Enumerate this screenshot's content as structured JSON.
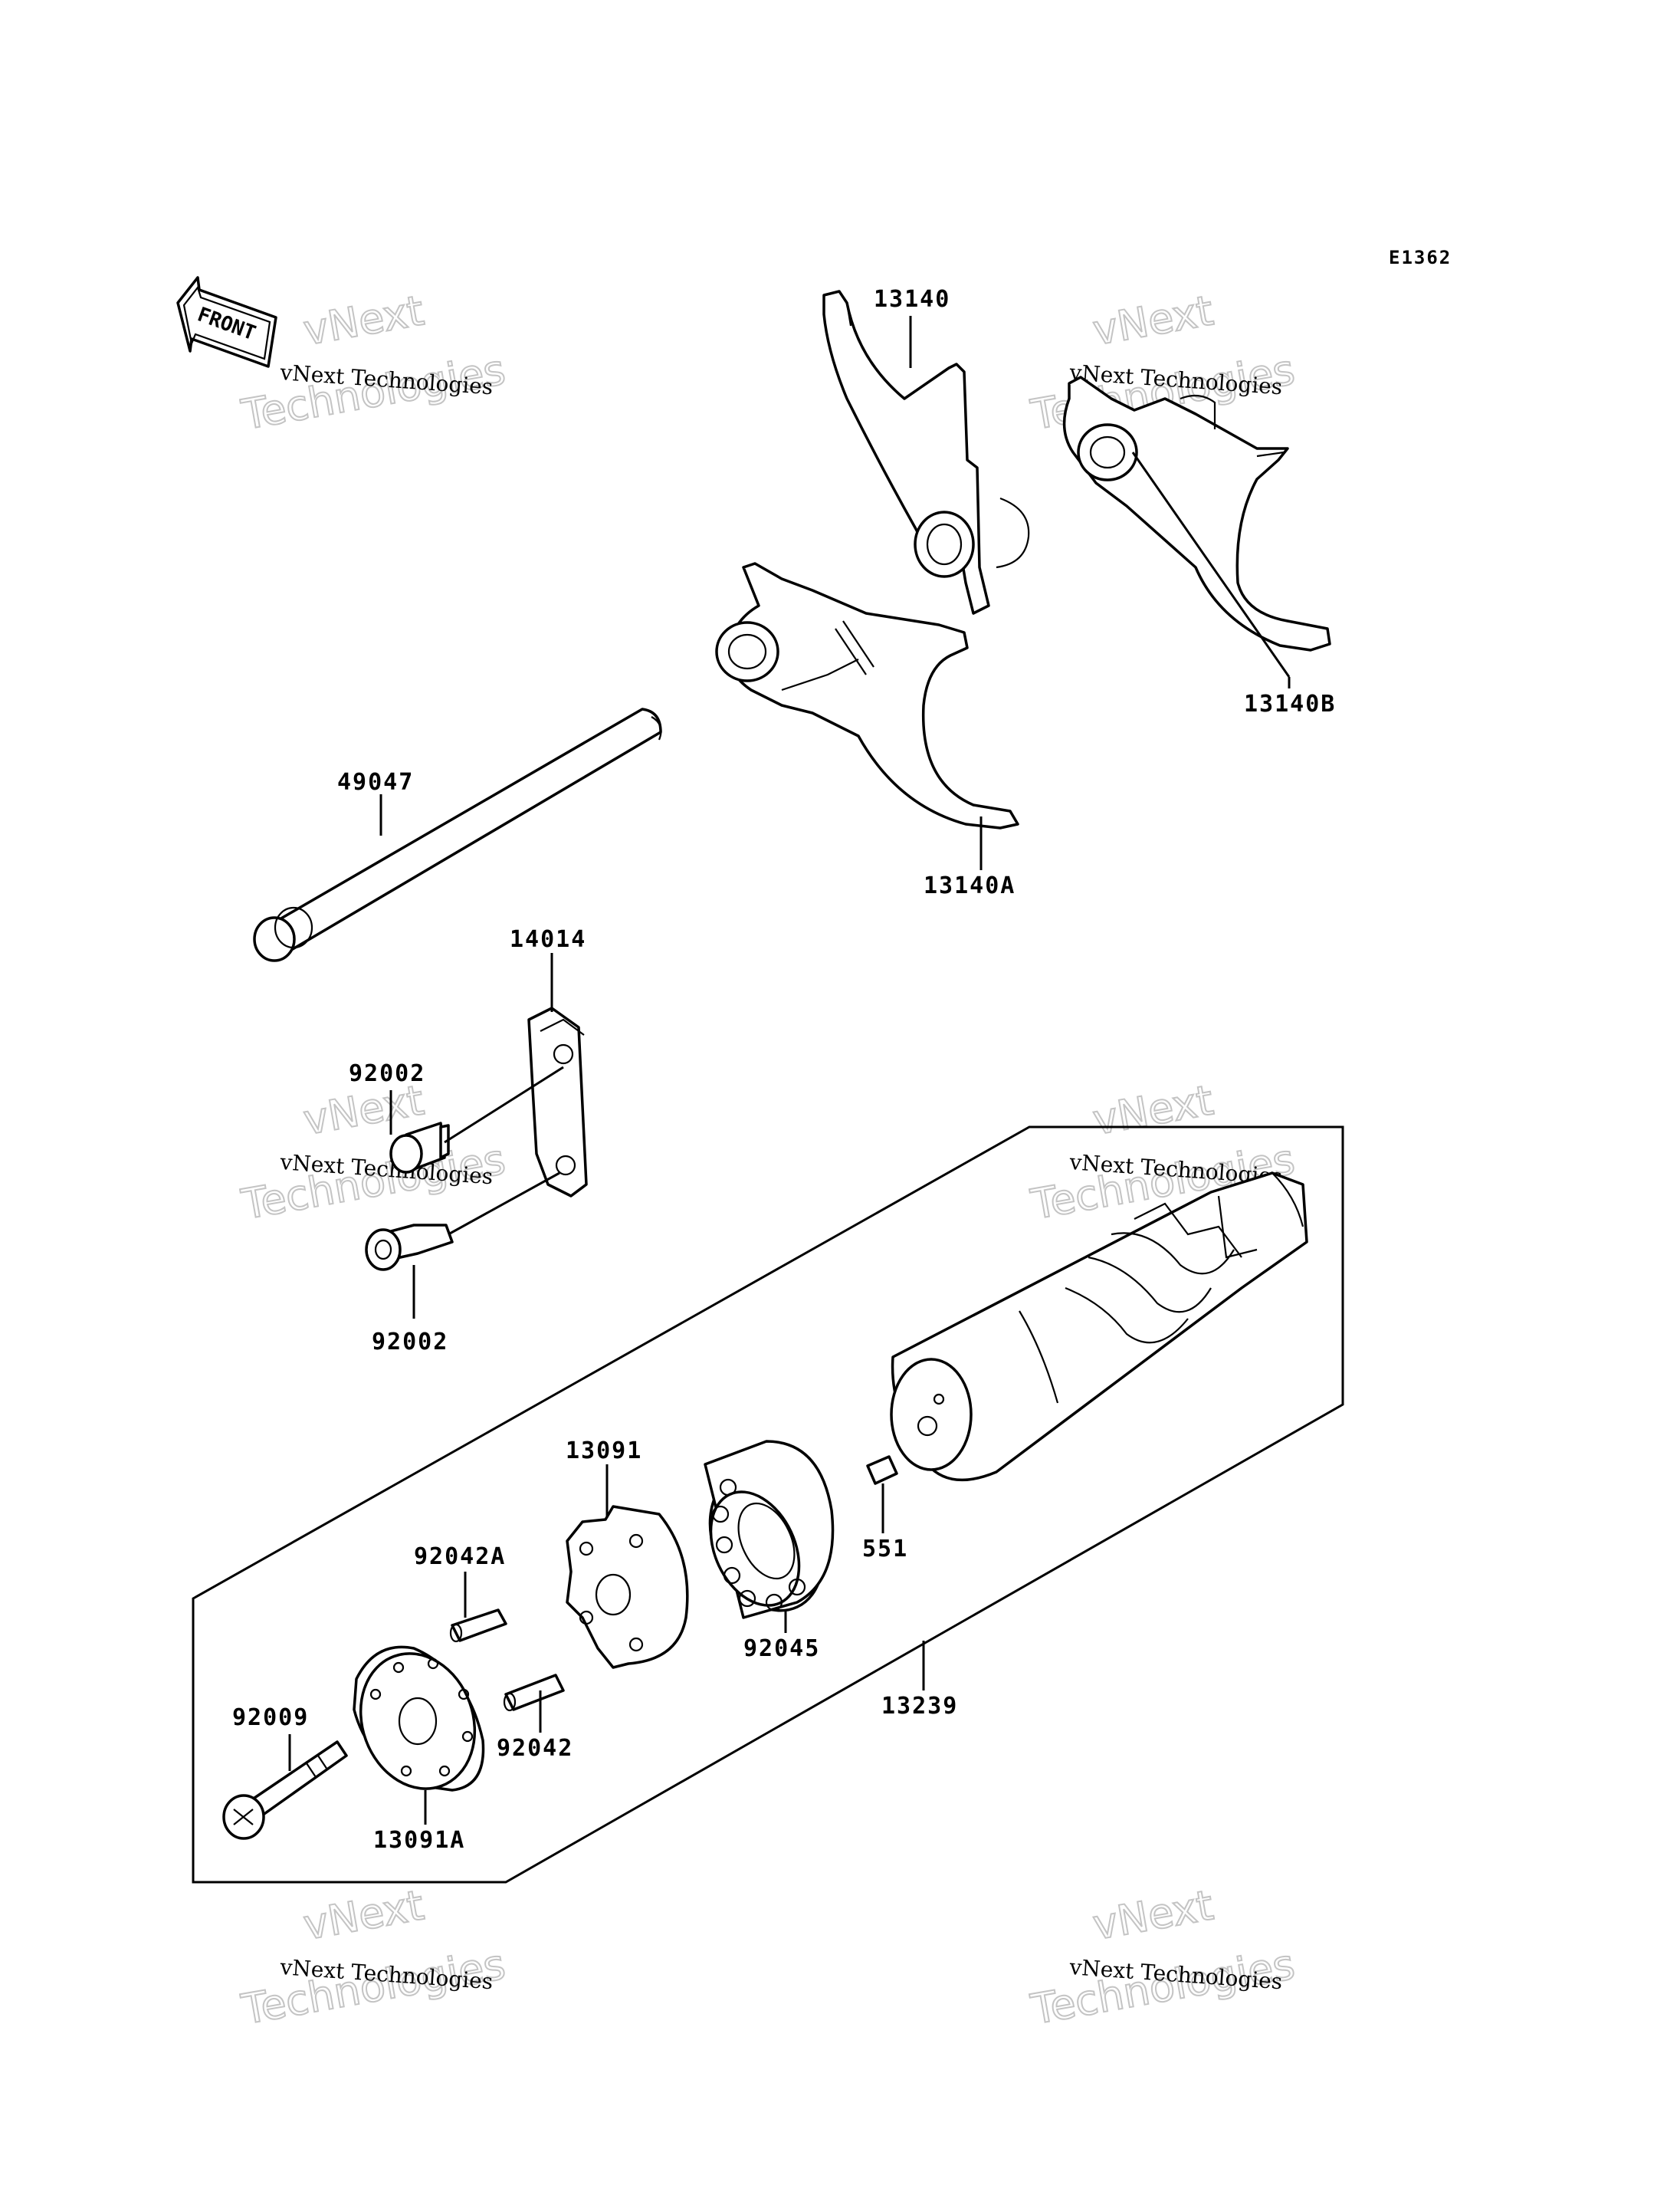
{
  "diagram_code": "E1362",
  "direction_label": "FRONT",
  "watermark": {
    "small_text": "vNext Technologies",
    "big_line1": "vNext",
    "big_line2": "Technologies"
  },
  "parts": {
    "p13140": "13140",
    "p13140B": "13140B",
    "p13140A": "13140A",
    "p49047": "49047",
    "p14014": "14014",
    "p92002_top": "92002",
    "p92002_bottom": "92002",
    "p13091": "13091",
    "p551": "551",
    "p92042A": "92042A",
    "p92045": "92045",
    "p92009": "92009",
    "p92042": "92042",
    "p13239": "13239",
    "p13091A": "13091A"
  }
}
